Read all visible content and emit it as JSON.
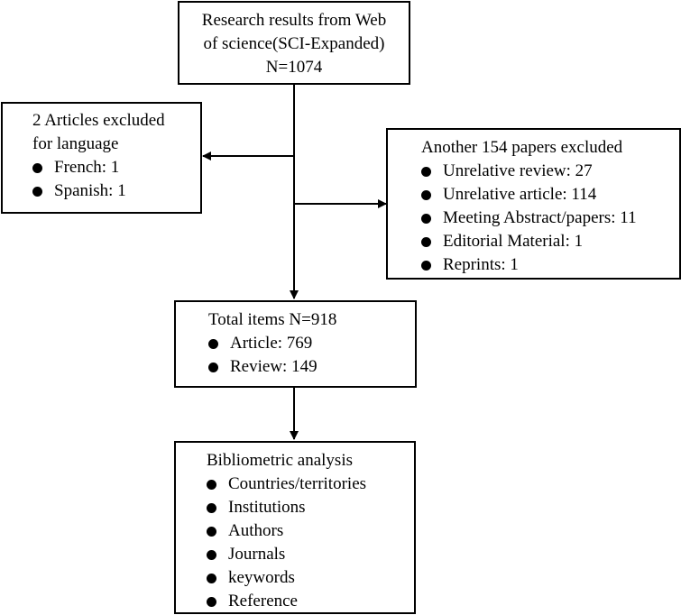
{
  "search": {
    "lines": [
      "Research results from Web",
      "of science(SCI-Expanded)",
      "N=1074"
    ]
  },
  "language_exclusion": {
    "heading_lines": [
      "2 Articles excluded",
      "for language"
    ],
    "items": [
      "French: 1",
      "Spanish: 1"
    ]
  },
  "paper_exclusion": {
    "heading": "Another 154 papers excluded",
    "items": [
      "Unrelative review: 27",
      "Unrelative article: 114",
      "Meeting Abstract/papers: 11",
      "Editorial Material: 1",
      "Reprints: 1"
    ]
  },
  "total": {
    "heading": "Total items N=918",
    "items": [
      "Article: 769",
      "Review: 149"
    ]
  },
  "analysis": {
    "heading": "Bibliometric analysis",
    "items": [
      "Countries/territories",
      "Institutions",
      "Authors",
      "Journals",
      "keywords",
      "Reference"
    ]
  }
}
